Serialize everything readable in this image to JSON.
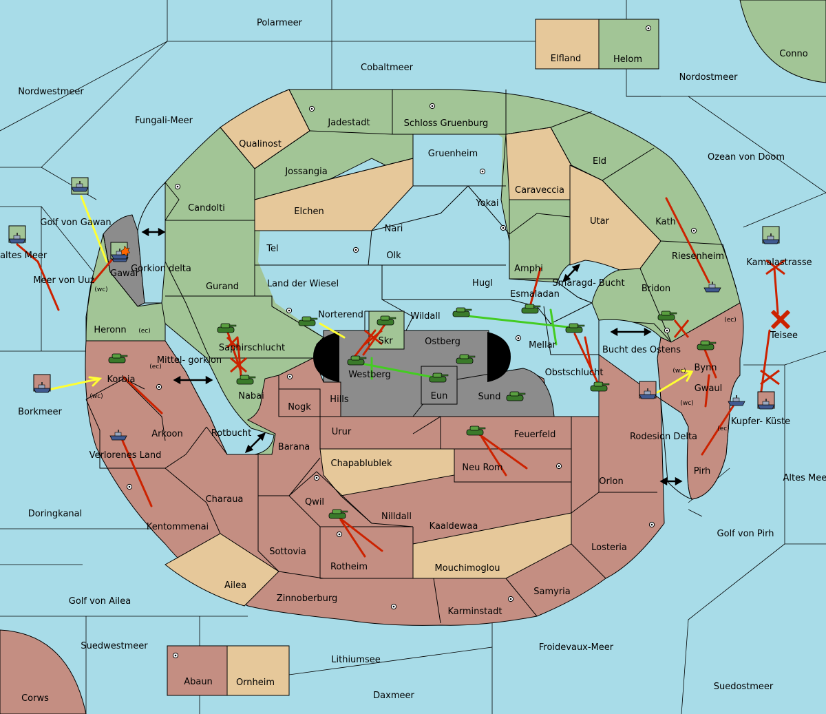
{
  "colors": {
    "sea": "#a8dce8",
    "green": "#a2c596",
    "red": "#c48e82",
    "neutral": "#e6c89a",
    "impassable": "#8c8c8c",
    "order_red": "#cc2200",
    "order_yellow": "#ffff33",
    "order_green": "#44cc22"
  },
  "seas": {
    "polarmeer": "Polarmeer",
    "cobaltmeer": "Cobaltmeer",
    "nordwestmeer": "Nordwestmeer",
    "fungali": "Fungali-Meer",
    "nordostmeer": "Nordostmeer",
    "conno": "Conno",
    "ozean": "Ozean von Doom",
    "golf_gawan": "Golf von Gawan",
    "kaltes": "Kaltes Meer",
    "uuz": "Meer von Uuz",
    "gorkion": "Gorkion delta",
    "mittel": "Mittel- gorkion",
    "borkmeer": "Borkmeer",
    "smaragd": "Smaragd- Bucht",
    "bucht": "Bucht des Ostens",
    "kamala": "Kamalastrasse",
    "teisee": "Teisee",
    "rotbucht": "Rotbucht",
    "rodesion": "Rodesion Delta",
    "altes": "Altes Meer",
    "doringkanal": "Doringkanal",
    "golf_pirh": "Golf von Pirh",
    "golf_ailea": "Golf von Ailea",
    "suedwest": "Suedwestmeer",
    "lithium": "Lithiumsee",
    "froidevaux": "Froidevaux-Meer",
    "suedost": "Suedostmeer",
    "daxmeer": "Daxmeer",
    "corws": "Corws"
  },
  "provinces": {
    "elfland": "Elfland",
    "helom": "Helom",
    "jadestadt": "Jadestadt",
    "schloss": "Schloss Gruenburg",
    "qualinost": "Qualinost",
    "gruenheim": "Gruenheim",
    "eld": "Eld",
    "jossangia": "Jossangia",
    "caraveccia": "Caraveccia",
    "candolti": "Candolti",
    "elchen": "Elchen",
    "yokai": "Yokai",
    "utar": "Utar",
    "kath": "Kath",
    "nari": "Nari",
    "tel": "Tel",
    "olk": "Olk",
    "amphi": "Amphi",
    "riesenheim": "Riesenheim",
    "gurand": "Gurand",
    "wiesel": "Land der Wiesel",
    "hugl": "Hugl",
    "esmaladan": "Esmaladan",
    "bridon": "Bridon",
    "gawar": "Gawar",
    "norterend": "Norterend",
    "wildall": "Wildall",
    "skr": "Skr",
    "ostberg": "Ostberg",
    "mellar": "Mellar",
    "heronn": "Heronn",
    "saphir": "Saphirschlucht",
    "westberg": "Westberg",
    "obst": "Obstschlucht",
    "bynn": "Bynn",
    "korbia": "Korbia",
    "nabai": "Nabai",
    "eun": "Eun",
    "sund": "Sund",
    "gwaul": "Gwaul",
    "hills": "Hills",
    "nogk": "Nogk",
    "arkoon": "Arkoon",
    "urur": "Urur",
    "feuerfeld": "Feuerfeld",
    "kupfer": "Kupfer- Küste",
    "barana": "Barana",
    "verlorenes": "Verlorenes Land",
    "chapa": "Chapablublek",
    "neurom": "Neu Rom",
    "pirh": "Pirh",
    "orlon": "Orlon",
    "charaua": "Charaua",
    "qwil": "Qwil",
    "nilldall": "Nilldall",
    "kentommenai": "Kentommenai",
    "kaaldewaa": "Kaaldewaa",
    "losteria": "Losteria",
    "sottovia": "Sottovia",
    "rotheim": "Rotheim",
    "mouchi": "Mouchimoglou",
    "ailea": "Ailea",
    "samyria": "Samyria",
    "zinnober": "Zinnoberburg",
    "karmin": "Karminstadt",
    "abaun": "Abaun",
    "ornheim": "Ornheim"
  },
  "coast_tags": {
    "wc": "(wc)",
    "ec": "(ec)"
  }
}
